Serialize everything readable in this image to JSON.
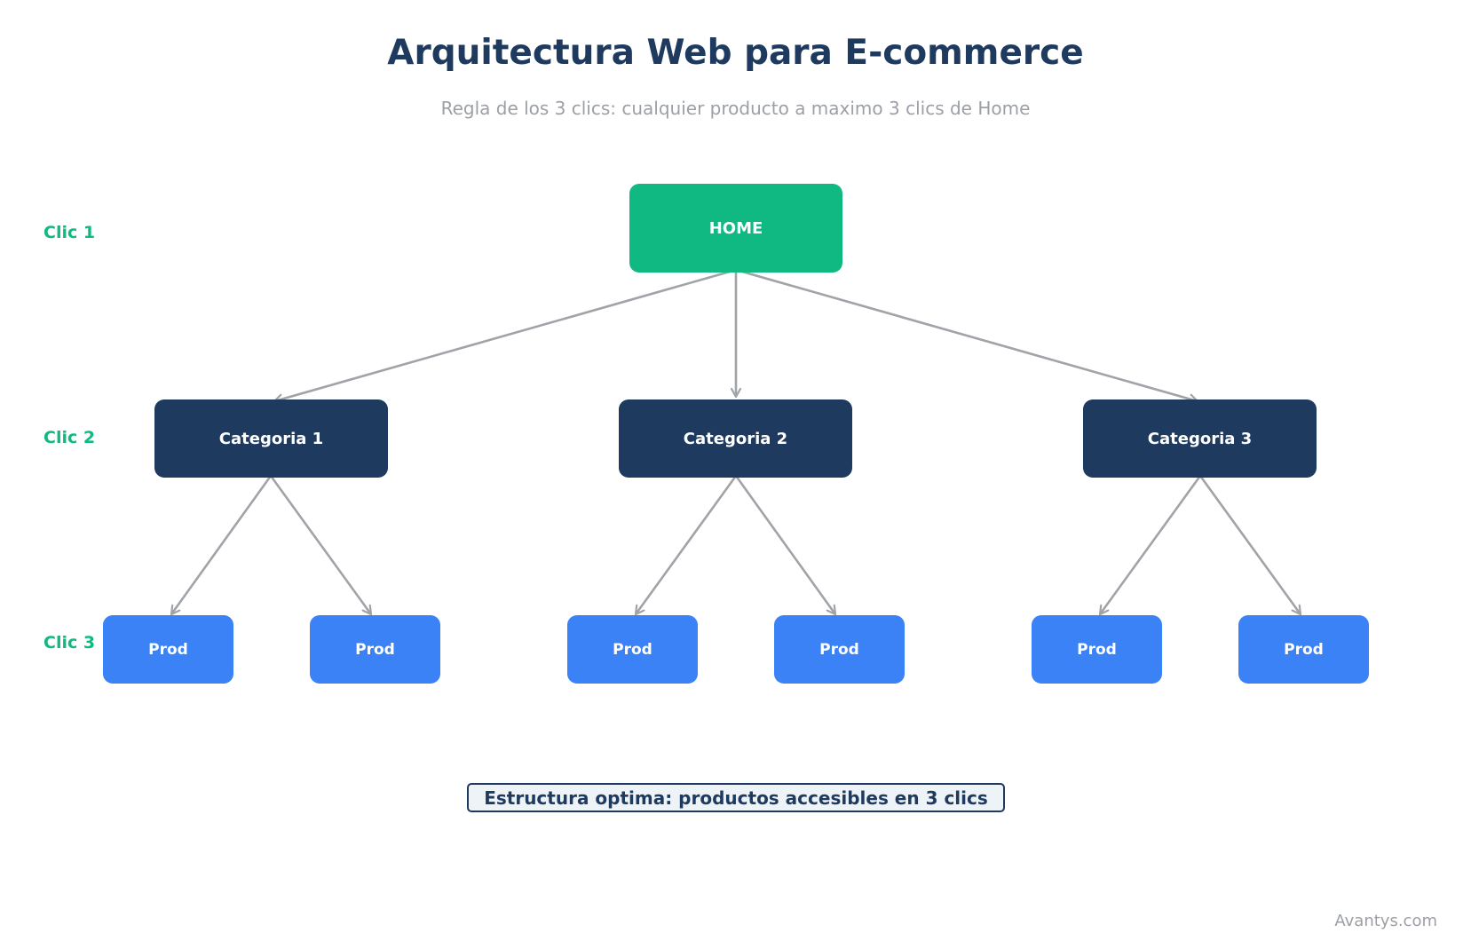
{
  "title": "Arquitectura Web para E-commerce",
  "subtitle": "Regla de los 3 clics: cualquier producto a maximo 3 clics de Home",
  "levels": [
    "Clic 1",
    "Clic 2",
    "Clic 3"
  ],
  "home": {
    "label": "HOME"
  },
  "categories": [
    {
      "label": "Categoria 1",
      "products": [
        "Prod",
        "Prod"
      ]
    },
    {
      "label": "Categoria 2",
      "products": [
        "Prod",
        "Prod"
      ]
    },
    {
      "label": "Categoria 3",
      "products": [
        "Prod",
        "Prod"
      ]
    }
  ],
  "footer_note": "Estructura optima: productos accesibles en 3 clics",
  "watermark": "Avantys.com",
  "colors": {
    "home": "#10b981",
    "category": "#1f3a5f",
    "product": "#3b82f6",
    "level_label": "#10b981",
    "edge": "#a0a3a7"
  }
}
